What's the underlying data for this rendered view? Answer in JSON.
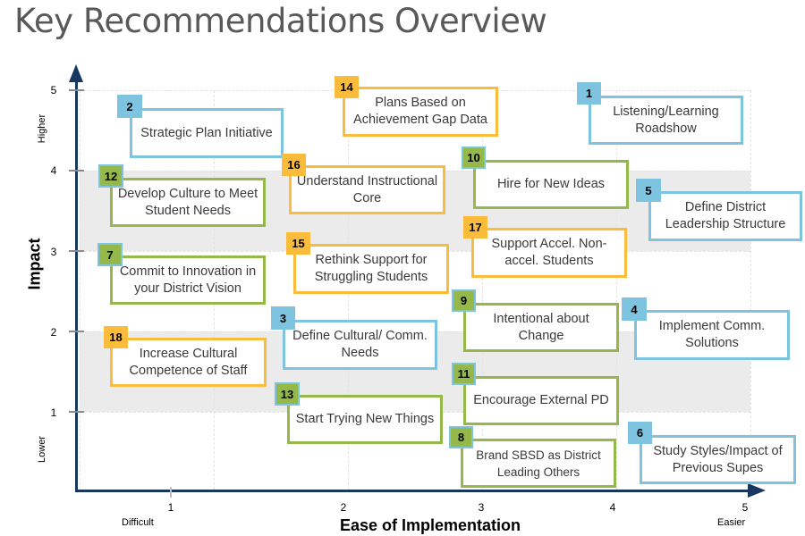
{
  "title": "Key Recommendations Overview",
  "colors": {
    "blue": "#7ec3e0",
    "green": "#94b84a",
    "orange": "#fbbb3b",
    "axis": "#17375e",
    "band": "#ebebeb",
    "title_text": "#595959"
  },
  "axes": {
    "y_title": "Impact",
    "y_high": "Higher",
    "y_low": "Lower",
    "y_ticks": [
      "1",
      "2",
      "3",
      "4",
      "5"
    ],
    "x_title": "Ease of Implementation",
    "x_low": "Difficult",
    "x_high": "Easier",
    "x_ticks": [
      "1",
      "2",
      "3",
      "4",
      "5"
    ]
  },
  "chart_data": {
    "type": "scatter",
    "title": "Key Recommendations Overview",
    "xlabel": "Ease of Implementation",
    "ylabel": "Impact",
    "x_ticks": [
      1,
      2,
      3,
      4,
      5
    ],
    "y_ticks": [
      1,
      2,
      3,
      4,
      5
    ],
    "x_end_labels": [
      "Difficult",
      "Easier"
    ],
    "y_end_labels": [
      "Lower",
      "Higher"
    ],
    "grid": true,
    "bands": [
      [
        3,
        4
      ],
      [
        1,
        2
      ]
    ],
    "series": [
      {
        "name": "blue",
        "color": "#7ec3e0",
        "items": [
          1,
          2,
          3,
          4,
          5,
          6
        ]
      },
      {
        "name": "green",
        "color": "#94b84a",
        "items": [
          7,
          8,
          9,
          10,
          11,
          12,
          13
        ]
      },
      {
        "name": "orange",
        "color": "#fbbb3b",
        "items": [
          14,
          15,
          16,
          17,
          18
        ]
      }
    ]
  },
  "recommendations": [
    {
      "num": "1",
      "label": "Listening/Learning Roadshow",
      "color": "blue"
    },
    {
      "num": "2",
      "label": "Strategic Plan Initiative",
      "color": "blue"
    },
    {
      "num": "3",
      "label": "Define Cultural/ Comm. Needs",
      "color": "blue"
    },
    {
      "num": "4",
      "label": "Implement Comm. Solutions",
      "color": "blue"
    },
    {
      "num": "5",
      "label": "Define District Leadership Structure",
      "color": "blue"
    },
    {
      "num": "6",
      "label": "Study Styles/Impact of Previous Supes",
      "color": "blue"
    },
    {
      "num": "7",
      "label": "Commit to Innovation in your District Vision",
      "color": "green"
    },
    {
      "num": "8",
      "label": "Brand SBSD as District Leading Others",
      "color": "green"
    },
    {
      "num": "9",
      "label": "Intentional about Change",
      "color": "green"
    },
    {
      "num": "10",
      "label": "Hire for New Ideas",
      "color": "green"
    },
    {
      "num": "11",
      "label": "Encourage External PD",
      "color": "green"
    },
    {
      "num": "12",
      "label": "Develop Culture to Meet Student Needs",
      "color": "green"
    },
    {
      "num": "13",
      "label": "Start Trying New Things",
      "color": "green"
    },
    {
      "num": "14",
      "label": "Plans Based on Achievement Gap Data",
      "color": "orange"
    },
    {
      "num": "15",
      "label": "Rethink Support for Struggling Students",
      "color": "orange"
    },
    {
      "num": "16",
      "label": "Understand Instructional Core",
      "color": "orange"
    },
    {
      "num": "17",
      "label": "Support Accel. Non-accel. Students",
      "color": "orange"
    },
    {
      "num": "18",
      "label": "Increase Cultural Competence of Staff",
      "color": "orange"
    }
  ]
}
